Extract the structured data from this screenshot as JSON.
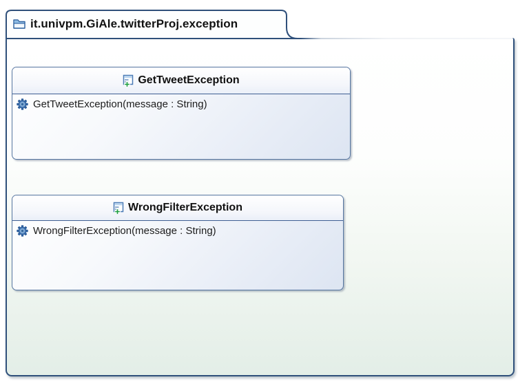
{
  "package": {
    "name": "it.univpm.GiAle.twitterProj.exception"
  },
  "classes": [
    {
      "name": "GetTweetException",
      "operations": [
        {
          "signature": "GetTweetException(message : String)"
        }
      ]
    },
    {
      "name": "WrongFilterException",
      "operations": [
        {
          "signature": "WrongFilterException(message : String)"
        }
      ]
    }
  ],
  "colors": {
    "package_border": "#2e4f7a",
    "class_border": "#54749f",
    "header_separator": "#3e5e92",
    "package_fill_bottom": "#e3eee7",
    "class_fill_bottom": "#dde5f2",
    "operation_icon_blue": "#3a6ca8",
    "class_icon_plus_green": "#1d9e3f"
  }
}
